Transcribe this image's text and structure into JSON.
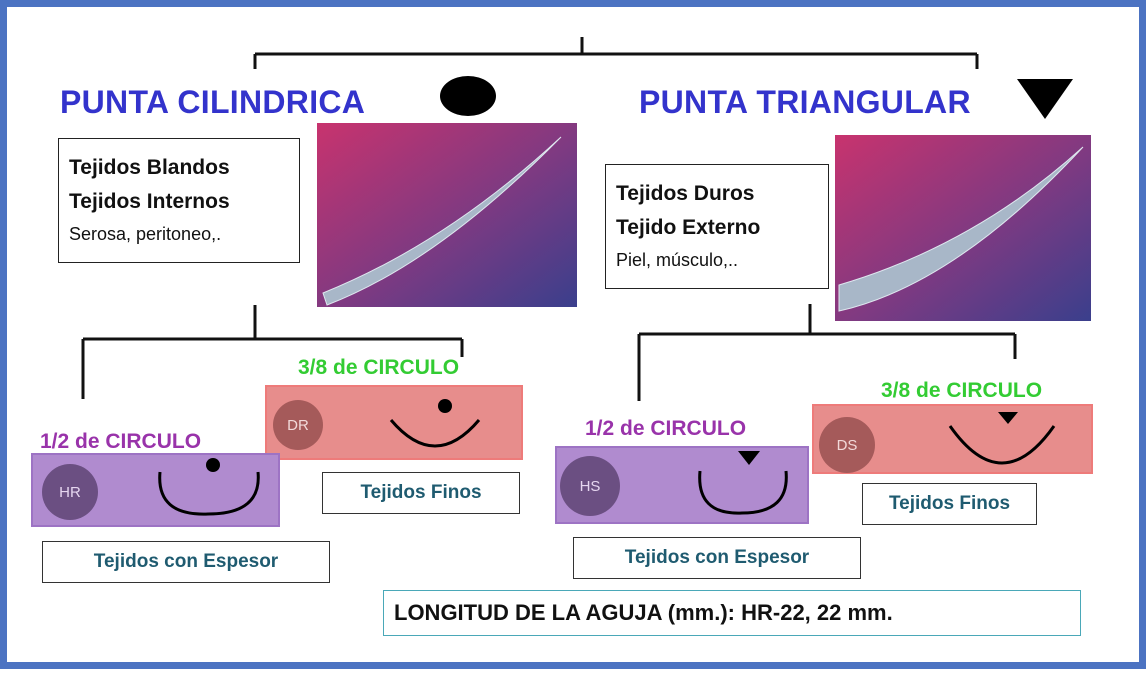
{
  "left": {
    "heading": "PUNTA CILINDRICA",
    "symbol": "circle",
    "tissue_bold_1": "Tejidos Blandos",
    "tissue_bold_2": "Tejidos Internos",
    "tissue_note": "Serosa, peritoneo,.",
    "three_eighths": {
      "label": "3/8 de CIRCULO",
      "badge": "DR",
      "caption": "Tejidos Finos",
      "tip_mark": "circle"
    },
    "half": {
      "label": "1/2 de CIRCULO",
      "badge": "HR",
      "caption": "Tejidos con Espesor",
      "tip_mark": "circle"
    }
  },
  "right": {
    "heading": "PUNTA TRIANGULAR",
    "symbol": "triangle-down",
    "tissue_bold_1": "Tejidos Duros",
    "tissue_bold_2": "Tejido Externo",
    "tissue_note": "Piel, músculo,..",
    "three_eighths": {
      "label": "3/8 de CIRCULO",
      "badge": "DS",
      "caption": "Tejidos Finos",
      "tip_mark": "triangle-down"
    },
    "half": {
      "label": "1/2 de CIRCULO",
      "badge": "HS",
      "caption": "Tejidos con Espesor",
      "tip_mark": "triangle-down"
    }
  },
  "footer": "LONGITUD DE LA AGUJA (mm.): HR-22, 22 mm.",
  "colors": {
    "frame": "#4c73c2",
    "heading": "#3333cc",
    "green_label": "#33cc33",
    "purple_label": "#9933aa",
    "salmon_band": "#e78d8c",
    "violet_band": "#b08bcf",
    "caption": "#1f5b70"
  }
}
